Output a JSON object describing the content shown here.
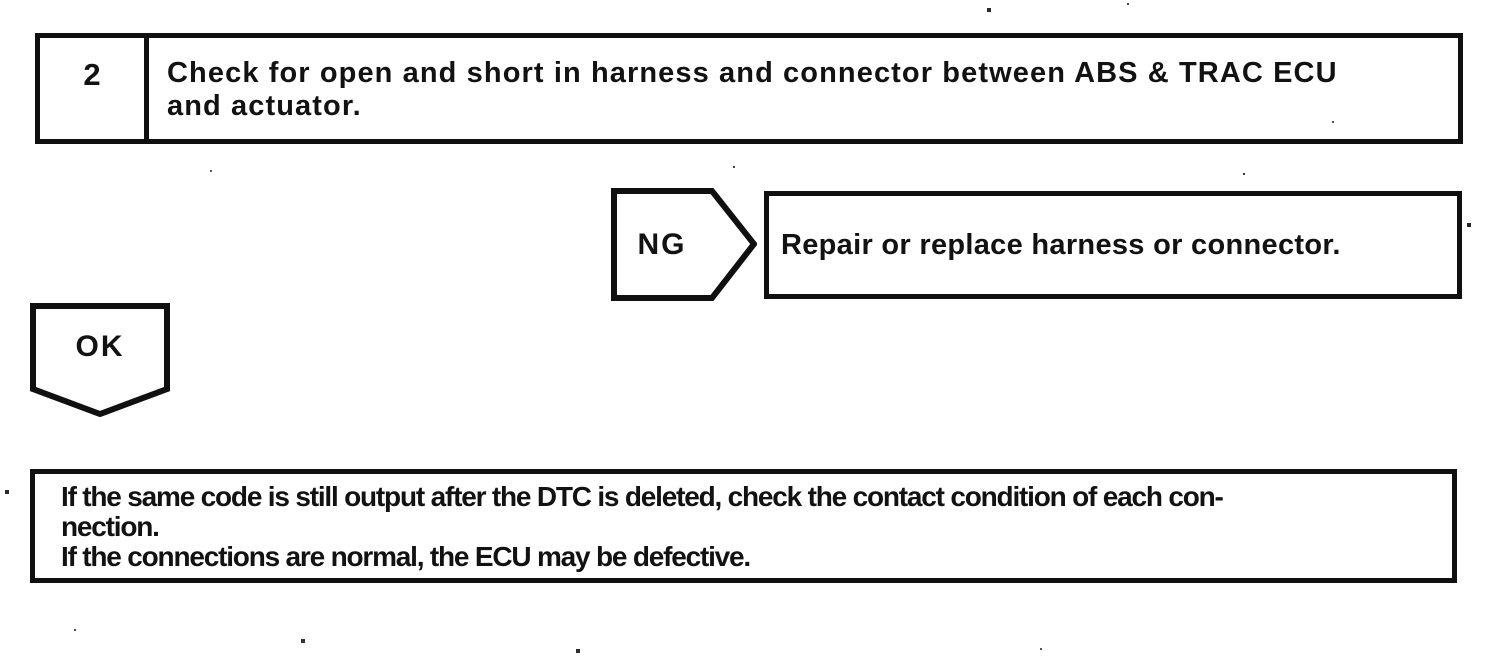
{
  "page": {
    "background": "#ffffff",
    "ink": "#121212"
  },
  "flowchart": {
    "step_box": {
      "number": "2",
      "instruction_line1": "Check for open and short in harness and connector between ABS & TRAC ECU",
      "instruction_line2": "and actuator."
    },
    "ng_branch": {
      "label": "NG",
      "action": "Repair or replace harness or connector."
    },
    "ok_branch": {
      "label": "OK"
    },
    "result_box": {
      "line1": "If the same code is still output after the DTC is deleted, check the contact condition of each con-",
      "line2": "nection.",
      "line3": "If the connections are normal, the ECU may be defective."
    }
  }
}
